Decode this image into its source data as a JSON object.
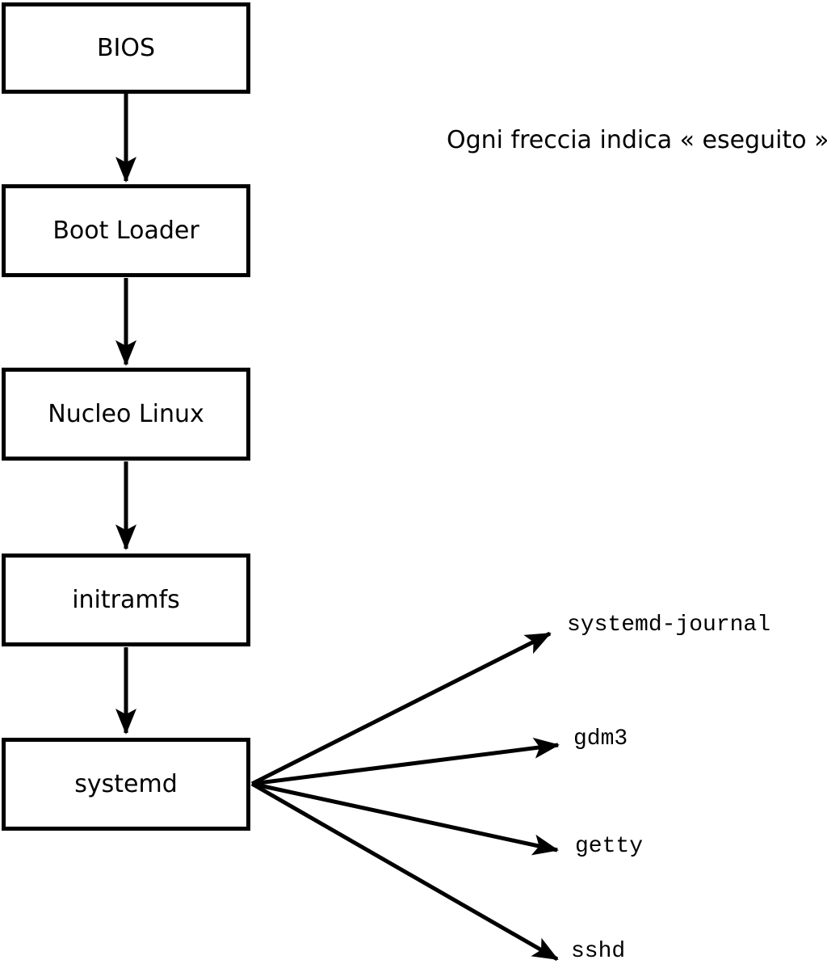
{
  "diagram": {
    "caption": "Ogni freccia indica « eseguito ».",
    "boxes": [
      {
        "id": "bios",
        "label": "BIOS"
      },
      {
        "id": "boot-loader",
        "label": "Boot Loader"
      },
      {
        "id": "nucleo-linux",
        "label": "Nucleo Linux"
      },
      {
        "id": "initramfs",
        "label": "initramfs"
      },
      {
        "id": "systemd",
        "label": "systemd"
      }
    ],
    "services": [
      {
        "id": "systemd-journal",
        "label": "systemd-journal"
      },
      {
        "id": "gdm3",
        "label": "gdm3"
      },
      {
        "id": "getty",
        "label": "getty"
      },
      {
        "id": "sshd",
        "label": "sshd"
      }
    ],
    "colors": {
      "line": "#000000",
      "background": "#ffffff"
    }
  }
}
